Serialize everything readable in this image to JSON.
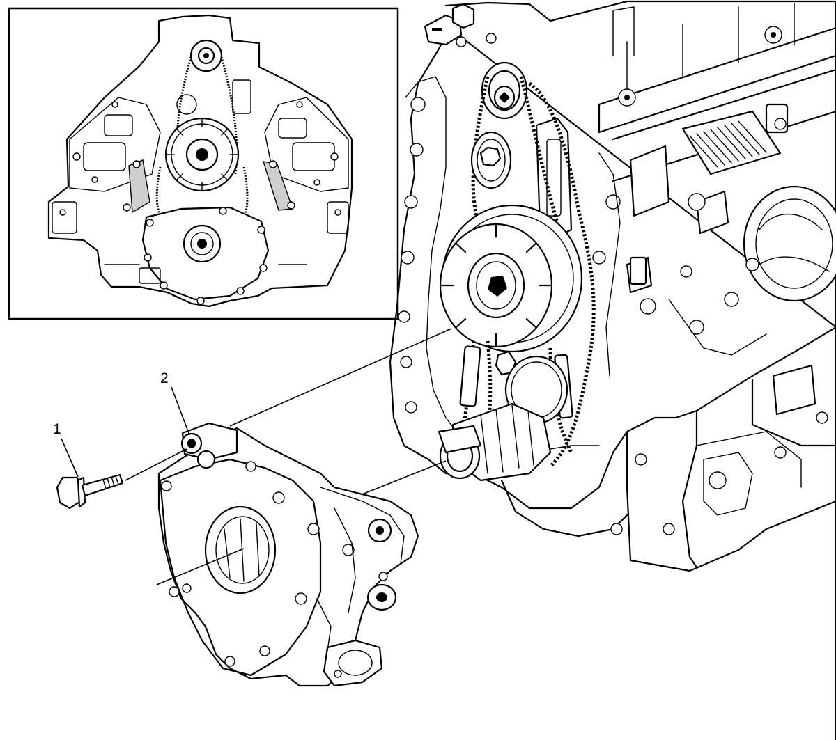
{
  "callouts": [
    {
      "id": "1",
      "label": "1"
    },
    {
      "id": "2",
      "label": "2"
    }
  ],
  "colors": {
    "line": "#000000",
    "background": "#ffffff",
    "shade": "#cfcfcf"
  },
  "icons": [
    "engine-front-view-inset",
    "engine-block",
    "oil-pump",
    "bolt"
  ]
}
